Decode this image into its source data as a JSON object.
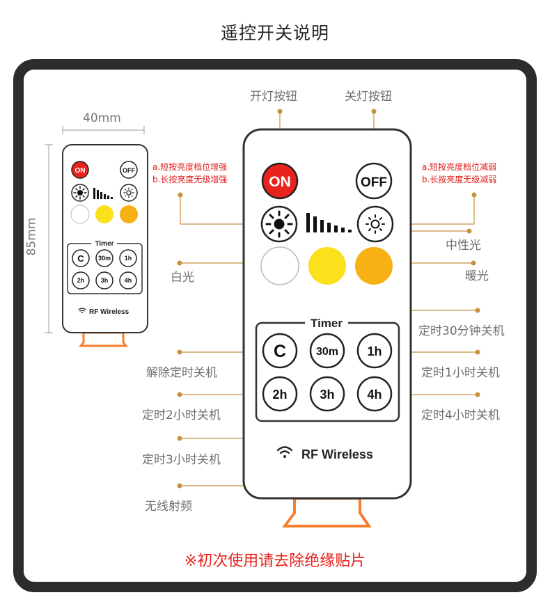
{
  "title": "遥控开关说明",
  "warning": "※初次使用请去除绝缘贴片",
  "small_remote": {
    "width_label": "40mm",
    "height_label": "85mm",
    "notes_on": [
      "a.短按亮度档位增强",
      "b.长按亮度无级增强"
    ]
  },
  "remote": {
    "on_label": "ON",
    "off_label": "OFF",
    "timer_title": "Timer",
    "timer_buttons": [
      "C",
      "30m",
      "1h",
      "2h",
      "3h",
      "4h"
    ],
    "brand": "RF Wireless"
  },
  "callouts": {
    "on_button": "开灯按钮",
    "off_button": "关灯按钮",
    "dim_notes": [
      "a.短按亮度档位减弱",
      "b.长按亮度无级减弱"
    ],
    "neutral": "中性光",
    "white": "白光",
    "warm": "暖光",
    "timer_30m": "定时30分钟关机",
    "cancel": "解除定时关机",
    "timer_1h": "定时1小时关机",
    "timer_2h": "定时2小时关机",
    "timer_4h": "定时4小时关机",
    "timer_3h": "定时3小时关机",
    "wireless": "无线射频"
  },
  "colors": {
    "accent": "#c8913e",
    "on_red": "#e8221c",
    "white_light": "#ffffff",
    "neutral_light": "#fbe11c",
    "warm_light": "#f8b114",
    "tab": "#f47f2c",
    "frame": "#2c2c2c"
  }
}
